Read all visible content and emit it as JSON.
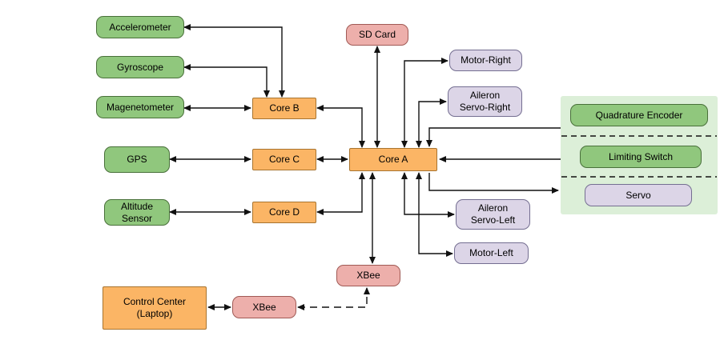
{
  "diagram": {
    "nodes": {
      "accelerometer": {
        "label": "Accelerometer"
      },
      "gyroscope": {
        "label": "Gyroscope"
      },
      "magnetometer": {
        "label": "Magenetometer"
      },
      "gps": {
        "label": "GPS"
      },
      "altitude_sensor": {
        "label": "Altitude\nSensor"
      },
      "core_b": {
        "label": "Core B"
      },
      "core_c": {
        "label": "Core C"
      },
      "core_d": {
        "label": "Core D"
      },
      "core_a": {
        "label": "Core A"
      },
      "sd_card": {
        "label": "SD Card"
      },
      "motor_right": {
        "label": "Motor-Right"
      },
      "aileron_servo_right": {
        "label": "Aileron\nServo-Right"
      },
      "aileron_servo_left": {
        "label": "Aileron\nServo-Left"
      },
      "motor_left": {
        "label": "Motor-Left"
      },
      "xbee_air": {
        "label": "XBee"
      },
      "xbee_ground": {
        "label": "XBee"
      },
      "control_center": {
        "label": "Control Center\n(Laptop)"
      },
      "quadrature_encoder": {
        "label": "Quadrature Encoder"
      },
      "limiting_switch": {
        "label": "Limiting Switch"
      },
      "servo": {
        "label": "Servo"
      }
    },
    "connections": [
      {
        "from": "Accelerometer",
        "to": "Core B",
        "bidirectional": true,
        "style": "solid"
      },
      {
        "from": "Gyroscope",
        "to": "Core B",
        "bidirectional": true,
        "style": "solid"
      },
      {
        "from": "Magenetometer",
        "to": "Core B",
        "bidirectional": true,
        "style": "solid"
      },
      {
        "from": "GPS",
        "to": "Core C",
        "bidirectional": true,
        "style": "solid"
      },
      {
        "from": "Altitude Sensor",
        "to": "Core D",
        "bidirectional": true,
        "style": "solid"
      },
      {
        "from": "Core B",
        "to": "Core A",
        "bidirectional": true,
        "style": "solid"
      },
      {
        "from": "Core C",
        "to": "Core A",
        "bidirectional": true,
        "style": "solid"
      },
      {
        "from": "Core D",
        "to": "Core A",
        "bidirectional": true,
        "style": "solid"
      },
      {
        "from": "SD Card",
        "to": "Core A",
        "bidirectional": true,
        "style": "solid"
      },
      {
        "from": "Core A",
        "to": "Motor-Right",
        "bidirectional": true,
        "style": "solid"
      },
      {
        "from": "Core A",
        "to": "Aileron Servo-Right",
        "bidirectional": true,
        "style": "solid"
      },
      {
        "from": "Core A",
        "to": "Aileron Servo-Left",
        "bidirectional": true,
        "style": "solid"
      },
      {
        "from": "Core A",
        "to": "Motor-Left",
        "bidirectional": true,
        "style": "solid"
      },
      {
        "from": "Core A",
        "to": "XBee (air)",
        "bidirectional": true,
        "style": "solid"
      },
      {
        "from": "Quadrature Encoder",
        "to": "Core A",
        "bidirectional": false,
        "style": "solid"
      },
      {
        "from": "Limiting Switch",
        "to": "Core A",
        "bidirectional": false,
        "style": "solid"
      },
      {
        "from": "Core A",
        "to": "Servo",
        "bidirectional": false,
        "style": "solid"
      },
      {
        "from": "Control Center (Laptop)",
        "to": "XBee (ground)",
        "bidirectional": true,
        "style": "solid"
      },
      {
        "from": "XBee (ground)",
        "to": "XBee (air)",
        "bidirectional": true,
        "style": "dashed"
      }
    ],
    "colors": {
      "green_fill": "#90C77D",
      "green_border": "#49703A",
      "orange_fill": "#FBB565",
      "orange_border": "#A8742F",
      "pink_fill": "#EDAFAB",
      "pink_border": "#A05A55",
      "lavender_fill": "#DCD5E7",
      "lavender_border": "#746E91",
      "panel_fill": "#DCEFD8",
      "line": "#111111"
    }
  }
}
